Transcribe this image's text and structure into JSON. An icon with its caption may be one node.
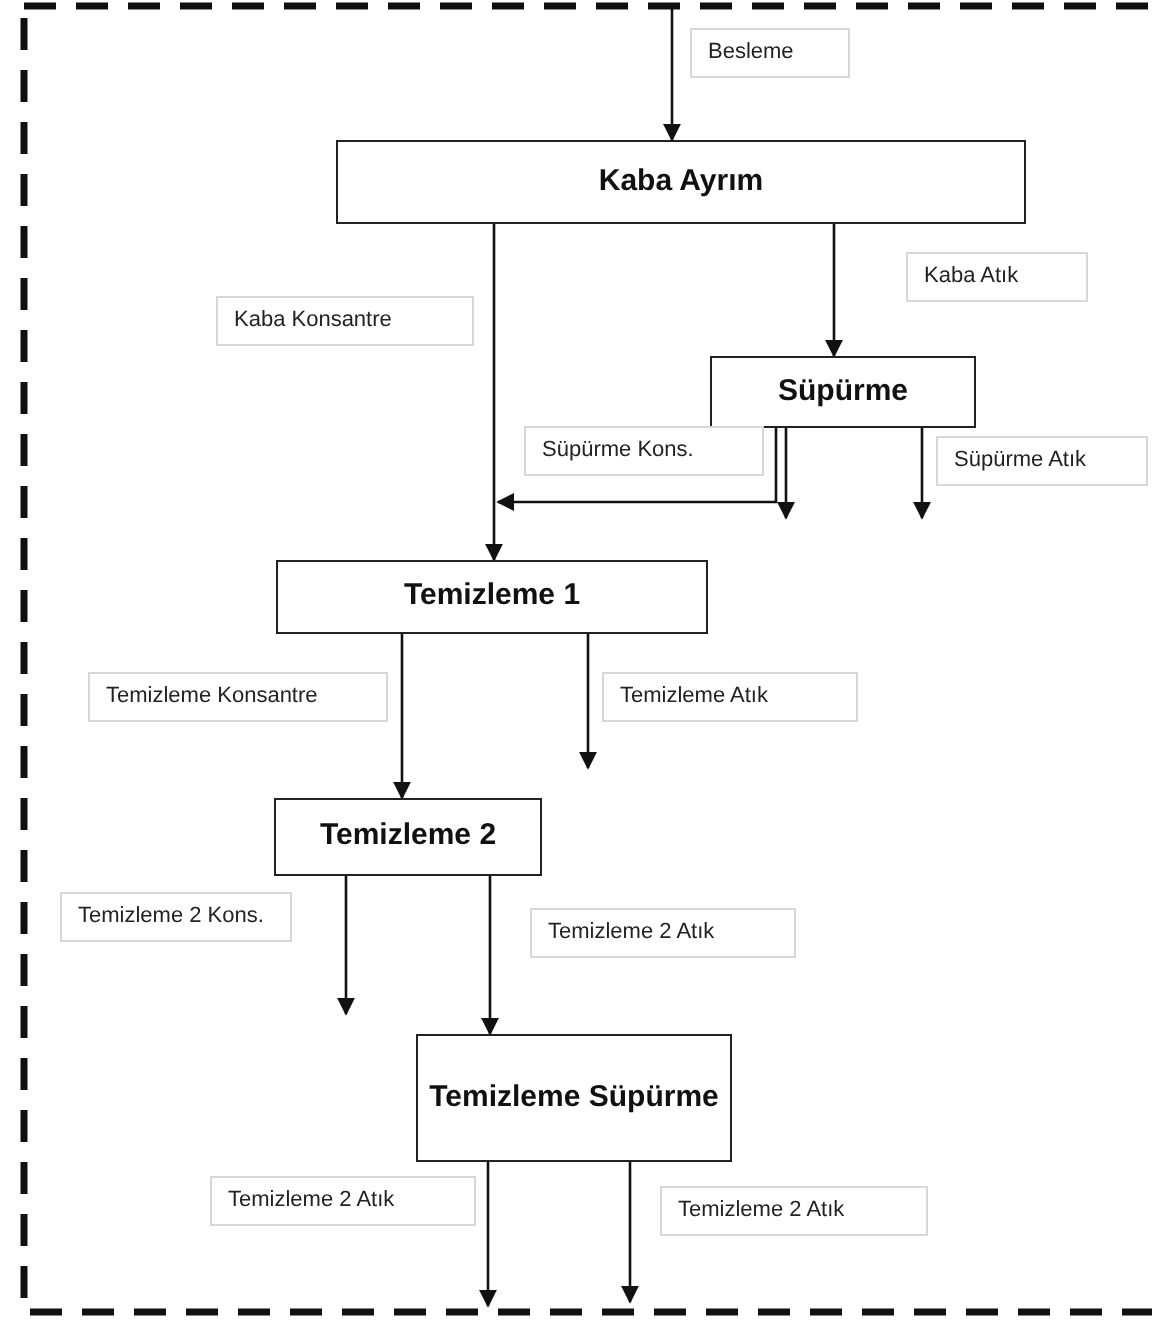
{
  "diagram": {
    "nodes": [
      {
        "text": [
          "Kaba Ayrım"
        ]
      },
      {
        "text": [
          "Süpürme"
        ]
      },
      {
        "text": [
          "Temizleme 1"
        ]
      },
      {
        "text": [
          "Temizleme 2"
        ]
      },
      {
        "text": [
          "Temizleme Süpürme"
        ]
      }
    ],
    "edges": [
      {
        "from": null,
        "to": 0,
        "arrow": "to",
        "label": "Besleme"
      },
      {
        "from": 0,
        "to": 2,
        "arrow": "to",
        "label": "Kaba Konsantre"
      },
      {
        "from": 0,
        "to": 1,
        "arrow": "to",
        "label": "Kaba Atık"
      },
      {
        "from": 1,
        "to": null,
        "arrow": "to",
        "label": "Süpürme Kons."
      },
      {
        "from": 1,
        "to": 2,
        "arrow": "to"
      },
      {
        "from": 1,
        "to": null,
        "arrow": "to",
        "label": "Süpürme Atık"
      },
      {
        "from": 2,
        "to": 3,
        "arrow": "to",
        "label": "Temizleme Konsantre"
      },
      {
        "from": 2,
        "to": null,
        "arrow": "to",
        "label": "Temizleme Atık"
      },
      {
        "from": 3,
        "to": null,
        "arrow": "to",
        "label": "Temizleme 2 Kons."
      },
      {
        "from": 3,
        "to": 4,
        "arrow": "to",
        "label": "Temizleme 2 Atık"
      },
      {
        "from": 4,
        "to": null,
        "arrow": "to",
        "label": "Temizleme 2 Atık"
      },
      {
        "from": 4,
        "to": null,
        "arrow": "to",
        "label": "Temizleme 2 Atık"
      }
    ]
  }
}
